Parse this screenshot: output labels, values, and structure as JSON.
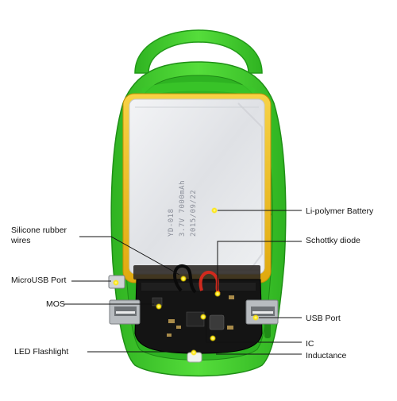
{
  "callouts": {
    "battery": "Li-polymer Battery",
    "schottky": "Schottky diode",
    "usb_port": "USB Port",
    "ic": "IC",
    "inductance": "Inductance",
    "silicone": "Silicone rubber wires",
    "microusb": "MicroUSB Port",
    "mos": "MOS",
    "led": "LED Flashlight"
  },
  "battery_print": {
    "line1": "YD-018",
    "line2": "3.7V 7000mAh",
    "line3": "2015/09/22"
  },
  "colors": {
    "case_green": "#3fce2e",
    "case_dark": "#27a31c",
    "battery_yellow": "#f2c21a",
    "battery_foil": "#e3e5e8",
    "board_black": "#141414",
    "marker_yellow": "#ffe600"
  }
}
